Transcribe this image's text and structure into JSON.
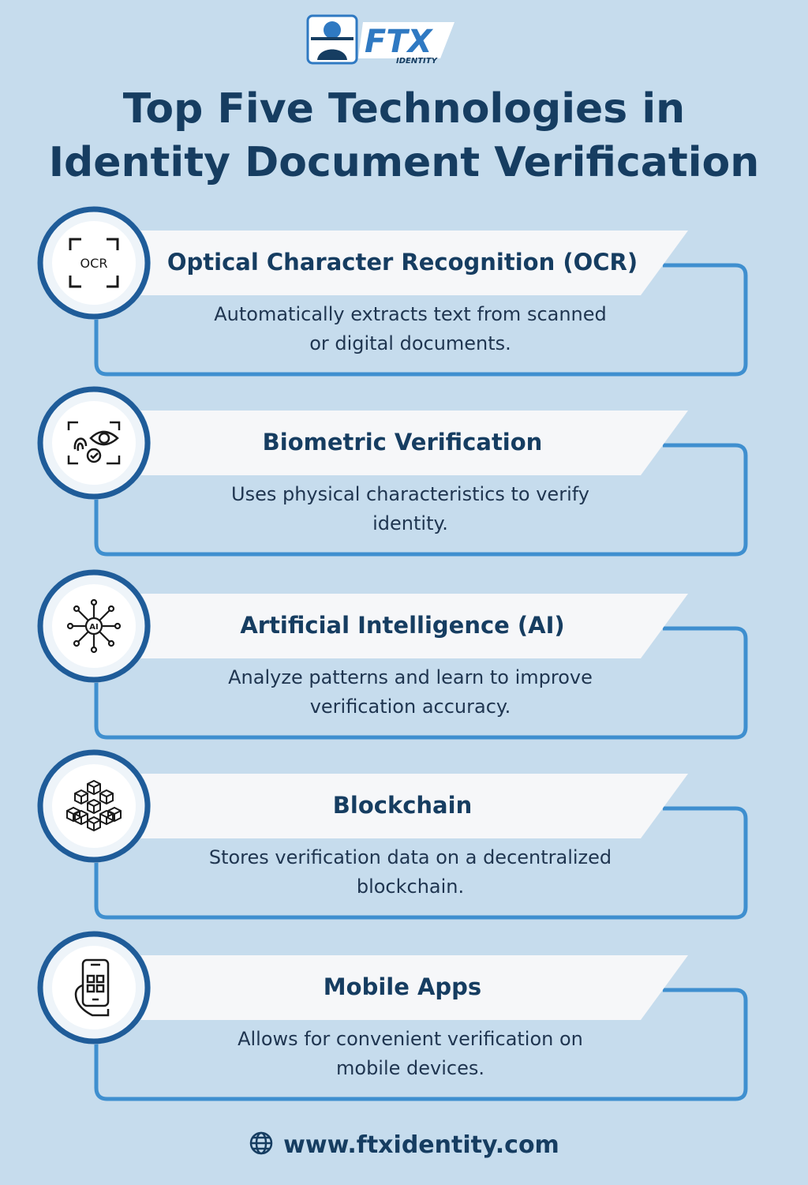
{
  "brand": {
    "name": "FTX",
    "tagline": "IDENTITY"
  },
  "title": {
    "line1": "Top Five Technologies in",
    "line2": "Identity Document Verification"
  },
  "items": [
    {
      "icon": "ocr-scan-icon",
      "title": "Optical Character Recognition (OCR)",
      "desc_line1": "Automatically extracts text from scanned",
      "desc_line2": "or digital documents.",
      "icon_text": "OCR"
    },
    {
      "icon": "biometric-fingerprint-eye-icon",
      "title": "Biometric Verification",
      "desc_line1": "Uses physical characteristics to verify",
      "desc_line2": "identity."
    },
    {
      "icon": "ai-network-icon",
      "title": "Artificial Intelligence (AI)",
      "desc_line1": "Analyze patterns and learn to improve",
      "desc_line2": "verification accuracy.",
      "icon_text": "AI"
    },
    {
      "icon": "blockchain-cubes-icon",
      "title": "Blockchain",
      "desc_line1": "Stores verification data on a decentralized",
      "desc_line2": "blockchain."
    },
    {
      "icon": "mobile-phone-hand-icon",
      "title": "Mobile Apps",
      "desc_line1": "Allows for convenient verification on",
      "desc_line2": "mobile devices."
    }
  ],
  "footer": {
    "icon": "globe-icon",
    "url": "www.ftxidentity.com"
  },
  "colors": {
    "background": "#c6dced",
    "navy": "#163d61",
    "blue_border": "#3f8fcf",
    "ring": "#1f5c99",
    "banner": "#f6f7f9"
  }
}
